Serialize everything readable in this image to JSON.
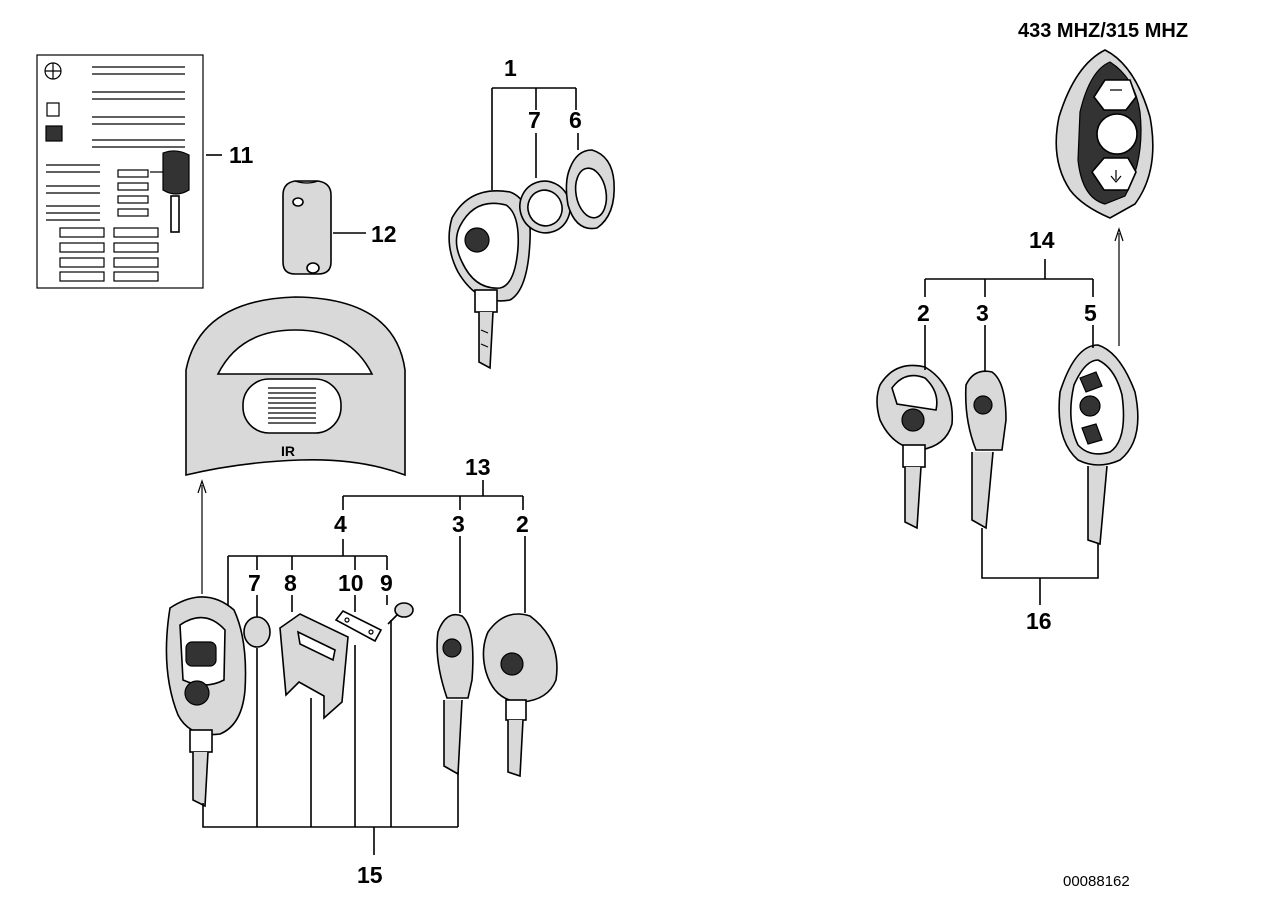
{
  "frequency_label": "433 MHZ/315 MHZ",
  "figure_number": "00088162",
  "ir_label": "IR",
  "callouts": {
    "c1": "1",
    "c7a": "7",
    "c6": "6",
    "c11": "11",
    "c12": "12",
    "c13": "13",
    "c4": "4",
    "c3a": "3",
    "c2a": "2",
    "c7b": "7",
    "c8": "8",
    "c10": "10",
    "c9": "9",
    "c15": "15",
    "c14": "14",
    "c2b": "2",
    "c3b": "3",
    "c5": "5",
    "c16": "16"
  }
}
